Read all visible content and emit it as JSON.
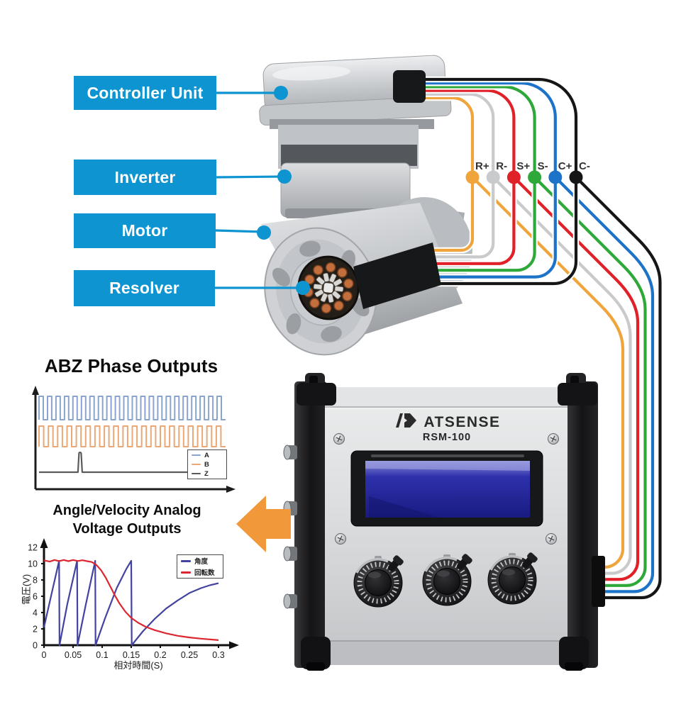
{
  "page": {
    "background": "#ffffff"
  },
  "accent_colors": {
    "label_blue": "#0e94d0",
    "arrow_orange": "#f0983a"
  },
  "component_labels": {
    "items": [
      {
        "text": "Controller Unit"
      },
      {
        "text": "Inverter"
      },
      {
        "text": "Motor"
      },
      {
        "text": "Resolver"
      }
    ]
  },
  "wires": [
    {
      "label": "R+",
      "color": "#f0a43c"
    },
    {
      "label": "R-",
      "color": "#c9cacc"
    },
    {
      "label": "S+",
      "color": "#e02128"
    },
    {
      "label": "S-",
      "color": "#2ea838"
    },
    {
      "label": "C+",
      "color": "#1c73c8"
    },
    {
      "label": "C-",
      "color": "#161616"
    }
  ],
  "device": {
    "brand": "ATSENSE",
    "model": "RSM-100"
  },
  "chart_data": [
    {
      "type": "line",
      "title": "ABZ Phase Outputs",
      "legend_position": "bottom-right",
      "grid": false,
      "series": [
        {
          "name": "A",
          "color": "#8aa4cc",
          "waveform": "square",
          "cycles": 22,
          "duty": 0.5
        },
        {
          "name": "B",
          "color": "#eaa876",
          "waveform": "square",
          "cycles": 20,
          "duty": 0.5
        },
        {
          "name": "Z",
          "color": "#5a5a5a",
          "waveform": "pulse",
          "pulse_position_fraction": 0.22
        }
      ]
    },
    {
      "type": "line",
      "title": "Angle/Velocity Analog Voltage Outputs",
      "title_line1": "Angle/Velocity Analog",
      "title_line2": "Voltage Outputs",
      "xlabel": "相対時間(S)",
      "ylabel": "電圧(V)",
      "xlim": [
        0,
        0.3
      ],
      "ylim": [
        0,
        12
      ],
      "xticks": [
        "0",
        "0.05",
        "0.1",
        "0.15",
        "0.2",
        "0.25",
        "0.3"
      ],
      "yticks": [
        0,
        2,
        4,
        6,
        8,
        10,
        12
      ],
      "legend_position": "top-right",
      "grid": false,
      "series": [
        {
          "name": "角度",
          "color": "#4343a0",
          "points": [
            [
              0,
              2.2
            ],
            [
              0.013,
              6.3
            ],
            [
              0.026,
              10.35
            ],
            [
              0.0267,
              0
            ],
            [
              0.04,
              5.0
            ],
            [
              0.057,
              10.35
            ],
            [
              0.0577,
              0
            ],
            [
              0.072,
              5.0
            ],
            [
              0.088,
              10.35
            ],
            [
              0.0887,
              0
            ],
            [
              0.105,
              3.3
            ],
            [
              0.125,
              7.0
            ],
            [
              0.142,
              9.4
            ],
            [
              0.15,
              10.35
            ],
            [
              0.1508,
              0
            ],
            [
              0.17,
              1.7
            ],
            [
              0.19,
              3.2
            ],
            [
              0.21,
              4.5
            ],
            [
              0.23,
              5.5
            ],
            [
              0.25,
              6.4
            ],
            [
              0.27,
              7.0
            ],
            [
              0.285,
              7.35
            ],
            [
              0.3,
              7.6
            ]
          ]
        },
        {
          "name": "回転数",
          "color": "#dd2730",
          "points": [
            [
              0,
              10.4
            ],
            [
              0.01,
              10.25
            ],
            [
              0.018,
              10.45
            ],
            [
              0.026,
              10.3
            ],
            [
              0.034,
              10.45
            ],
            [
              0.042,
              10.3
            ],
            [
              0.05,
              10.45
            ],
            [
              0.058,
              10.32
            ],
            [
              0.066,
              10.42
            ],
            [
              0.074,
              10.3
            ],
            [
              0.082,
              10.2
            ],
            [
              0.09,
              9.85
            ],
            [
              0.098,
              9.2
            ],
            [
              0.106,
              8.3
            ],
            [
              0.114,
              7.2
            ],
            [
              0.122,
              6.1
            ],
            [
              0.13,
              5.1
            ],
            [
              0.14,
              4.1
            ],
            [
              0.15,
              3.35
            ],
            [
              0.162,
              2.75
            ],
            [
              0.175,
              2.25
            ],
            [
              0.19,
              1.85
            ],
            [
              0.21,
              1.45
            ],
            [
              0.23,
              1.15
            ],
            [
              0.25,
              0.95
            ],
            [
              0.27,
              0.8
            ],
            [
              0.3,
              0.62
            ]
          ]
        }
      ]
    }
  ]
}
